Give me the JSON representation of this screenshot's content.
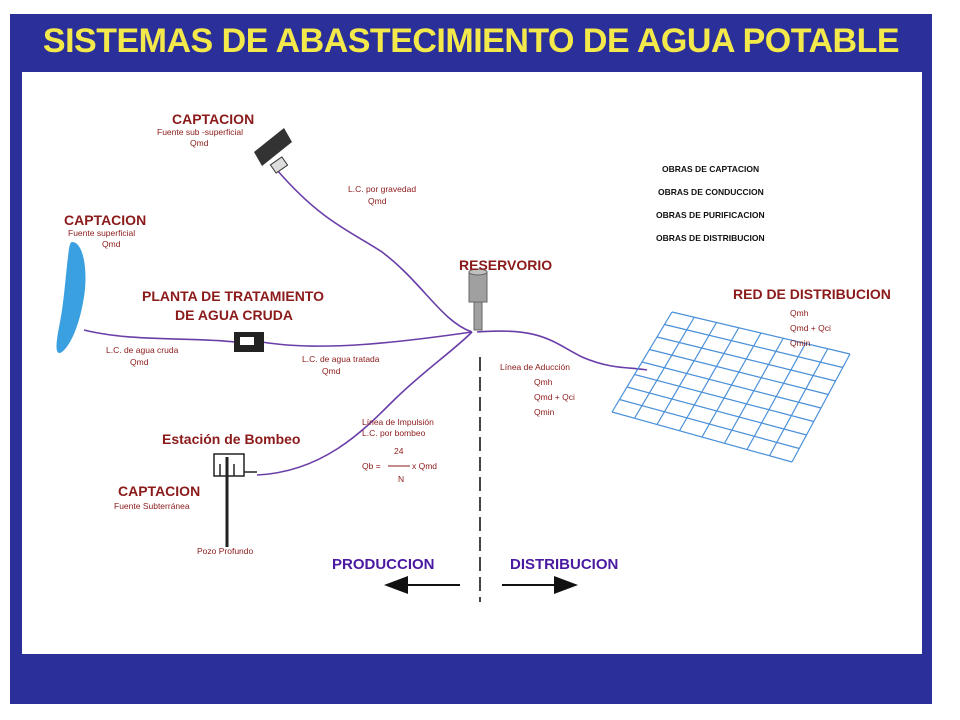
{
  "title": "SISTEMAS DE ABASTECIMIENTO DE AGUA POTABLE",
  "captacion_sub": {
    "heading": "CAPTACION",
    "line1": "Fuente sub -superficial",
    "line2": "Qmd"
  },
  "captacion_sup": {
    "heading": "CAPTACION",
    "line1": "Fuente superficial",
    "line2": "Qmd"
  },
  "planta": {
    "line1": "PLANTA DE TRATAMIENTO",
    "line2": "DE AGUA CRUDA"
  },
  "reservorio": "RESERVORIO",
  "lc_gravedad": {
    "line1": "L.C. por gravedad",
    "line2": "Qmd"
  },
  "lc_cruda": {
    "line1": "L.C. de agua cruda",
    "line2": "Qmd"
  },
  "lc_tratada": {
    "line1": "L.C. de agua tratada",
    "line2": "Qmd"
  },
  "obras": [
    "OBRAS DE CAPTACION",
    "OBRAS DE CONDUCCION",
    "OBRAS DE PURIFICACION",
    "OBRAS DE DISTRIBUCION"
  ],
  "red": {
    "heading": "RED DE DISTRIBUCION",
    "line1": "Qmh",
    "line2": "Qmd + Qci",
    "line3": "Qmin"
  },
  "aduccion": {
    "line1": "Línea de Aducción",
    "line2": "Qmh",
    "line3": "Qmd + Qci",
    "line4": "Qmin"
  },
  "impulsion": {
    "line1": "Línea de Impulsión",
    "line2": "L.C. por bombeo",
    "num": "24",
    "eq_left": "Qb =",
    "eq_right": "x Qmd",
    "den": "N"
  },
  "bombeo": "Estación de Bombeo",
  "captacion_subt": {
    "heading": "CAPTACION",
    "line1": "Fuente Subterránea"
  },
  "pozo": "Pozo Profundo",
  "produccion": "PRODUCCION",
  "distribucion": "DISTRIBUCION",
  "colors": {
    "frame": "#2b2f9a",
    "title": "#f4e94a",
    "label_red": "#8b1a1a",
    "pipe": "#6a3ea8",
    "section": "#4a1aa0",
    "grid": "#4a90d9",
    "lake": "#3aa0e0"
  }
}
